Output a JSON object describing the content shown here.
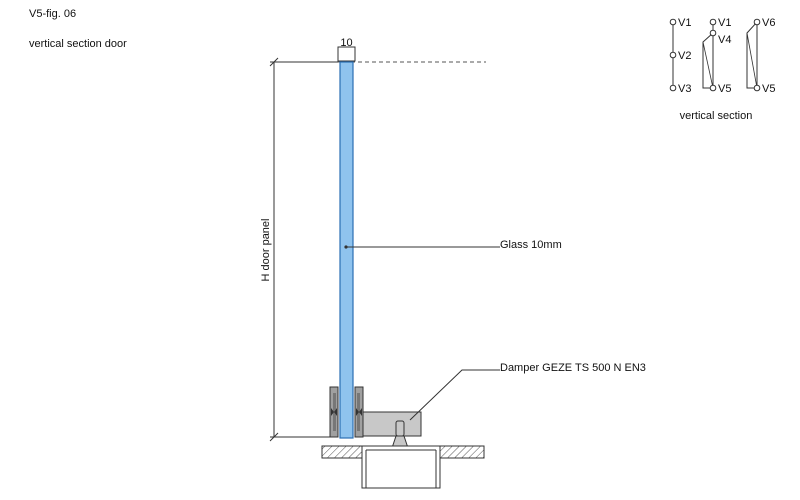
{
  "figure": {
    "id_label": "V5-fig. 06",
    "subtitle": "vertical section door"
  },
  "dimensions": {
    "glass_width": "10",
    "height_label": "H door panel"
  },
  "callouts": {
    "glass": "Glass 10mm",
    "damper": "Damper GEZE TS 500 N EN3"
  },
  "legend": {
    "caption": "vertical section",
    "points": [
      "V1",
      "V2",
      "V3",
      "V1",
      "V4",
      "V5",
      "V6",
      "V5"
    ]
  },
  "colors": {
    "glass": "#8fc3ee",
    "glass_edge": "#2b6fb3",
    "damper": "#c8c8c8",
    "clamp": "#a0a0a0",
    "line": "#333333"
  }
}
